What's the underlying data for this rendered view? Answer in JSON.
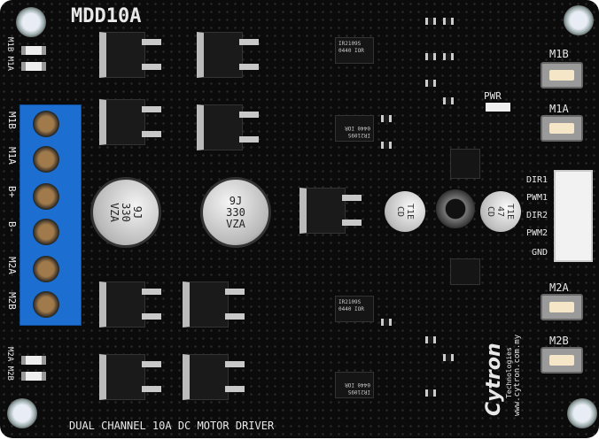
{
  "board": {
    "title": "MDD10A",
    "footer": "DUAL CHANNEL 10A DC MOTOR DRIVER",
    "pcb_color": "#0b0b0b",
    "terminal_color": "#1c6fd0"
  },
  "led_labels": {
    "top": "M1B M1A",
    "bottom": "M2A M2B"
  },
  "terminal_labels": [
    "M1B",
    "M1A",
    "B+",
    "B-",
    "M2A",
    "M2B"
  ],
  "capacitors": [
    {
      "text": "9J\n330\nVZA"
    },
    {
      "text": "9J\n330\nVZA"
    }
  ],
  "small_caps": [
    {
      "text": "T1E\nCD"
    },
    {
      "text": "T1E\n47\nCD"
    }
  ],
  "ic_marking": "IR2109S\n0440 IOR",
  "buttons": {
    "m1b": "M1B",
    "m1a": "M1A",
    "m2a": "M2A",
    "m2b": "M2B"
  },
  "pwr_label": "PWR",
  "header_pins": [
    "DIR1",
    "PWM1",
    "DIR2",
    "PWM2",
    "GND"
  ],
  "brand": {
    "name": "Cytron",
    "sub": "Technologies",
    "url": "www.cytron.com.my"
  }
}
